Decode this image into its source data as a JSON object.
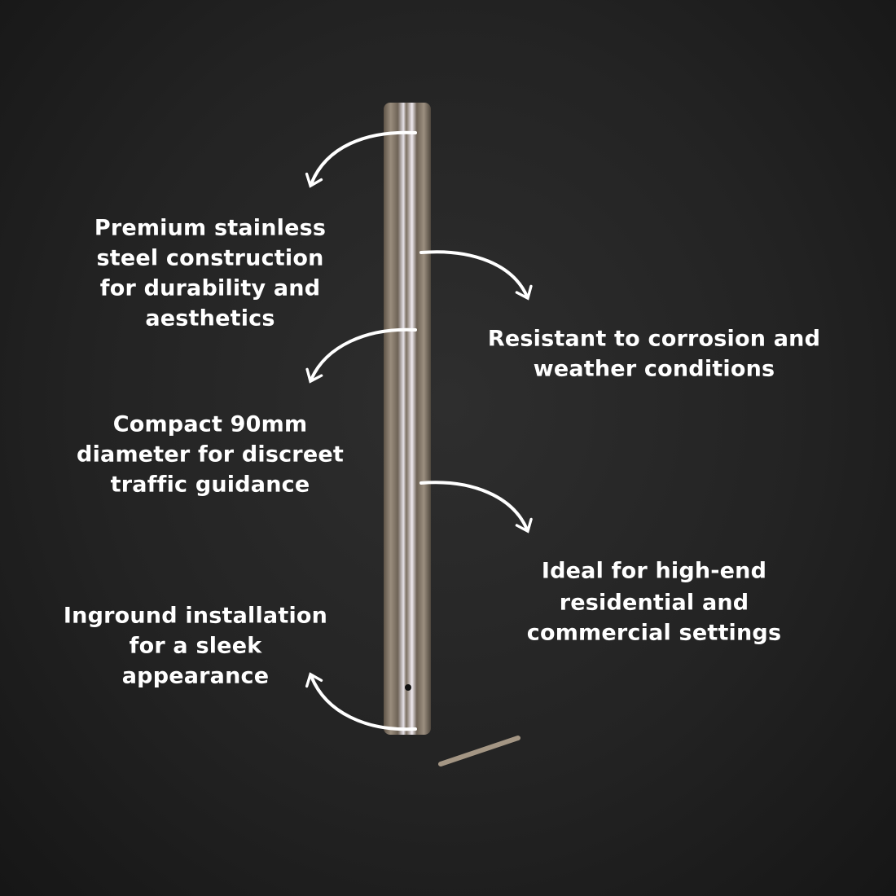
{
  "colors": {
    "background": "#232323",
    "text": "#ffffff",
    "steel": "#8a7e70"
  },
  "callouts": [
    {
      "id": "stainless",
      "lines": [
        "Premium stainless",
        "steel construction",
        "for durability and",
        "aesthetics"
      ]
    },
    {
      "id": "corrosion",
      "lines": [
        "Resistant to corrosion and",
        "weather conditions"
      ]
    },
    {
      "id": "diameter",
      "lines": [
        "Compact 90mm",
        "diameter for discreet",
        "traffic guidance"
      ]
    },
    {
      "id": "settings",
      "lines": [
        "Ideal for high-end",
        "residential and",
        "commercial settings"
      ]
    },
    {
      "id": "inground",
      "lines": [
        "Inground installation",
        "for a sleek",
        "appearance"
      ]
    }
  ]
}
